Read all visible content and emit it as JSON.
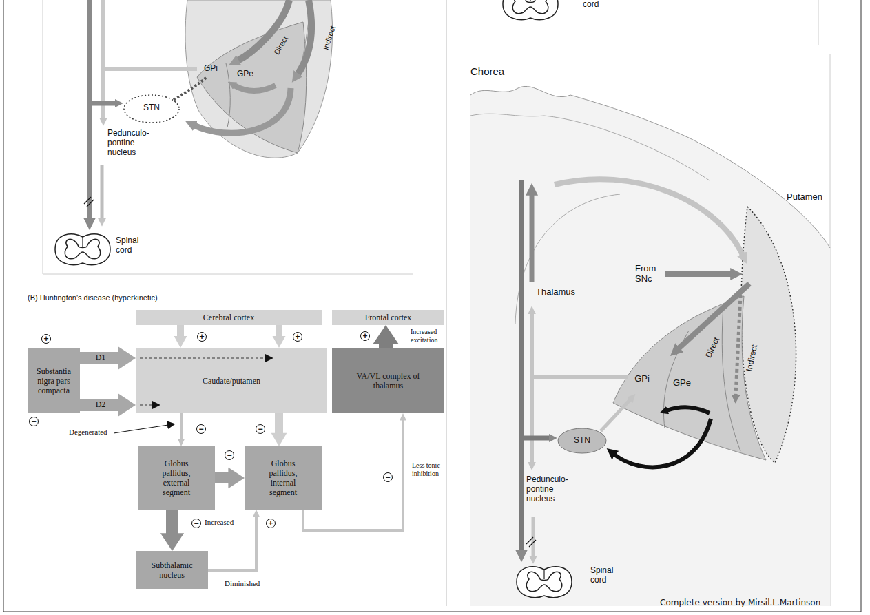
{
  "diagram": {
    "nodes": [
      {
        "text": [
          "Cerebral cortex"
        ]
      },
      {
        "text": [
          "Frontal cortex"
        ]
      },
      {
        "text": [
          "Substantia nigra pars compacta"
        ]
      },
      {
        "text": [
          "Caudate/putamen"
        ]
      },
      {
        "text": [
          "VA/VL complex of thalamus"
        ]
      },
      {
        "text": [
          "Globus pallidus, external segment"
        ]
      },
      {
        "text": [
          "Globus pallidus, internal segment"
        ]
      },
      {
        "text": [
          "Subthalamic nucleus"
        ]
      }
    ],
    "edges": [
      {
        "from": 0,
        "to": 3,
        "arrow": "to",
        "label": "+"
      },
      {
        "from": 0,
        "to": 3,
        "arrow": "to",
        "label": "+"
      },
      {
        "from": 2,
        "to": 3,
        "arrow": "to",
        "label": "D1"
      },
      {
        "from": 2,
        "to": 3,
        "arrow": "to",
        "label": "D2"
      },
      {
        "from": 3,
        "to": 5,
        "arrow": "to",
        "label": "−"
      },
      {
        "from": 3,
        "to": 6,
        "arrow": "to",
        "label": "−"
      },
      {
        "from": 5,
        "to": 6,
        "arrow": "to",
        "label": "−"
      },
      {
        "from": 5,
        "to": 7,
        "arrow": "to",
        "label": "−"
      },
      {
        "from": 7,
        "to": 6,
        "arrow": "to",
        "label": "+"
      },
      {
        "from": 6,
        "to": 4,
        "arrow": "to",
        "label": "−"
      },
      {
        "from": 4,
        "to": 1,
        "arrow": "to",
        "label": "+"
      }
    ],
    "labels": [
      "Direct",
      "GPi",
      "GPe",
      "Indirect",
      "STN",
      "Pedunculo- pontine nucleus",
      "Spinal cord",
      "cord",
      "Chorea",
      "(B) Huntington's disease (hyperkinetic)",
      "+",
      "−",
      "Degenerated",
      "Increased",
      "Diminished",
      "Increased excitation",
      "Less tonic inhibition",
      "Thalamus",
      "From SNc",
      "Putamen",
      "Direct",
      "Indirect",
      "GPi",
      "GPe",
      "STN",
      "Pedunculo- pontine nucleus",
      "Spinal cord",
      "Complete version by Mirsil.L.Martinson"
    ]
  }
}
